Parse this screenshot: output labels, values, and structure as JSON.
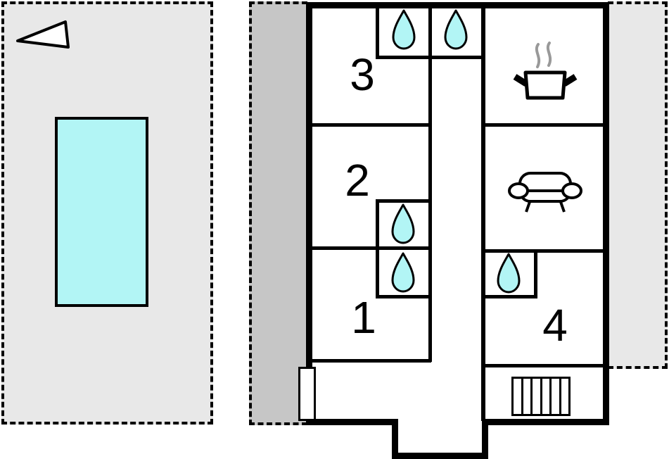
{
  "plan": {
    "title": "holiday-home floor plan",
    "rooms": [
      {
        "id": "room-3",
        "number": "3"
      },
      {
        "id": "room-2",
        "number": "2"
      },
      {
        "id": "room-1",
        "number": "1"
      },
      {
        "id": "room-4",
        "number": "4"
      }
    ],
    "icons": {
      "water_drops": [
        "top-shower-1",
        "top-shower-2",
        "room2-shower",
        "room1-shower",
        "room4-shower"
      ],
      "kitchen": "cooking-pot-icon",
      "living_room": "sofa-icon",
      "stairs": "stairs-icon",
      "entrance": "door-marker",
      "orientation": "north-arrow-icon",
      "outdoor_pool": "pool"
    },
    "colors": {
      "water": "#b2f5f5",
      "terrace": "#e8e8e8",
      "side_strip": "#c6c6c6",
      "wall": "#000000",
      "steam": "#999999",
      "background": "#ffffff"
    }
  }
}
